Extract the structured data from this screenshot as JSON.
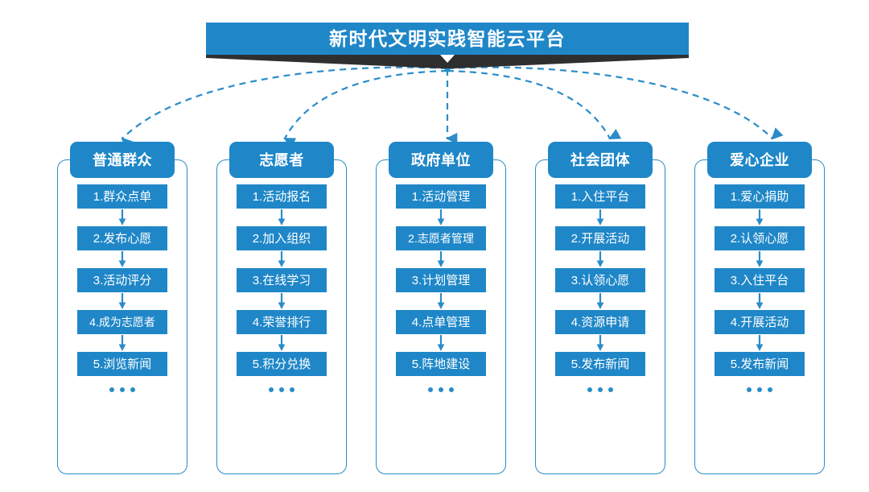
{
  "banner": {
    "title": "新时代文明实践智能云平台",
    "color": "#1f87c8",
    "shadow_color": "#2f2f2f"
  },
  "theme": {
    "accent": "#1f87c8",
    "border": "#2a8cc8",
    "connector": "#2a8cc8",
    "background": "#ffffff",
    "text_on_accent": "#ffffff"
  },
  "connectors": {
    "style": "dashed-curved-arrow",
    "count": 5
  },
  "columns": [
    {
      "id": "ordinary-public",
      "header": "普通群众",
      "ellipsis": "...",
      "steps": [
        "1.群众点单",
        "2.发布心愿",
        "3.活动评分",
        "4.成为志愿者",
        "5.浏览新闻"
      ]
    },
    {
      "id": "volunteer",
      "header": "志愿者",
      "ellipsis": "...",
      "steps": [
        "1.活动报名",
        "2.加入组织",
        "3.在线学习",
        "4.荣誉排行",
        "5.积分兑换"
      ]
    },
    {
      "id": "government-unit",
      "header": "政府单位",
      "ellipsis": "...",
      "steps": [
        "1.活动管理",
        "2.志愿者管理",
        "3.计划管理",
        "4.点单管理",
        "5.阵地建设"
      ]
    },
    {
      "id": "social-group",
      "header": "社会团体",
      "ellipsis": "...",
      "steps": [
        "1.入住平台",
        "2.开展活动",
        "3.认领心愿",
        "4.资源申请",
        "5.发布新闻"
      ]
    },
    {
      "id": "charitable-enterprise",
      "header": "爱心企业",
      "ellipsis": "...",
      "steps": [
        "1.爱心捐助",
        "2.认领心愿",
        "3.入住平台",
        "4.开展活动",
        "5.发布新闻"
      ]
    }
  ]
}
